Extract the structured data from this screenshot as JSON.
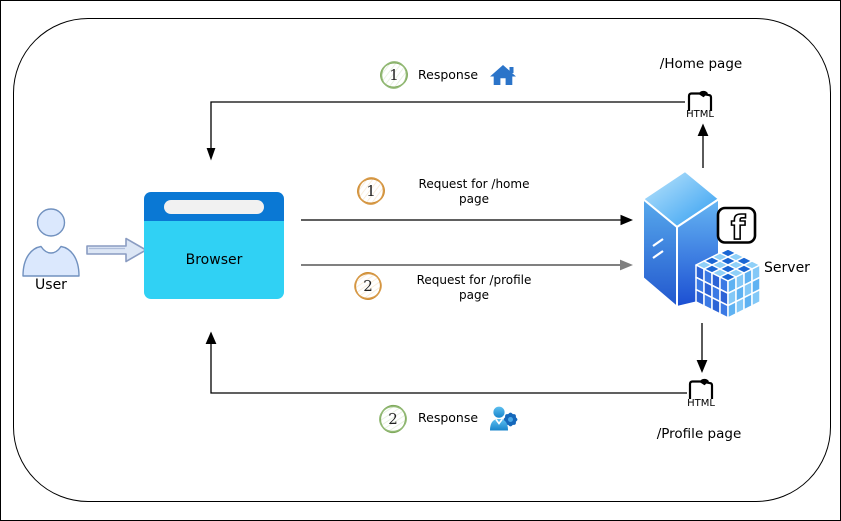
{
  "nodes": {
    "user": {
      "label": "User"
    },
    "browser": {
      "label": "Browser"
    },
    "server": {
      "label": "Server"
    },
    "home_page": {
      "label": "/Home page",
      "file_label": "HTML"
    },
    "profile_page": {
      "label": "/Profile page",
      "file_label": "HTML"
    }
  },
  "flows": {
    "response_home": {
      "step": "1",
      "label": "Response",
      "icon": "home-icon"
    },
    "request_home": {
      "step": "1",
      "label": "Request for /home\npage"
    },
    "request_profile": {
      "step": "2",
      "label": "Request for /profile\npage"
    },
    "response_profile": {
      "step": "2",
      "label": "Response",
      "icon": "user-gear-icon"
    }
  },
  "icons": {
    "user": "person-icon",
    "user_to_browser": "block-arrow-icon",
    "home": "home-icon",
    "profile": "user-gear-icon",
    "server_tower": "server-tower-icon",
    "facebook": "facebook-icon",
    "cube": "cube-icon",
    "html_file": "html-file-icon"
  },
  "colors": {
    "line": "#000000",
    "request_profile_line": "#808080",
    "browser_titlebar": "#0a78d4",
    "browser_body": "#30d1f4",
    "step_request_stroke": "#cd8a2e",
    "step_response_stroke": "#7fa95b",
    "home_icon": "#2b74c9",
    "profile_icon": "#2a9ade",
    "server_light": "#9ad9f9",
    "server_dark": "#1c4fd0",
    "user_fill": "#dbe8fd",
    "user_stroke": "#7191bf"
  }
}
